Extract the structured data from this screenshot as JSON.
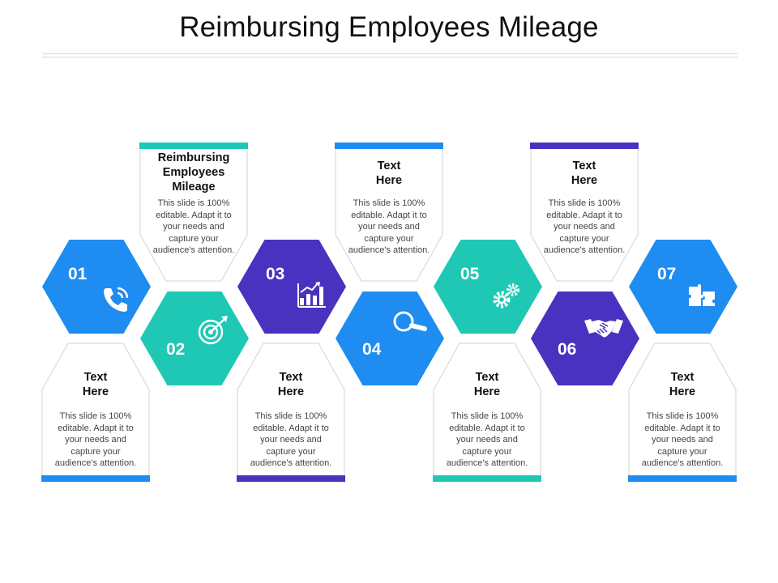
{
  "title": "Reimbursing Employees Mileage",
  "colors": {
    "blue": "#1E8CF0",
    "teal": "#1EC8B4",
    "purple": "#4A32C0",
    "border": "#d3d3d3"
  },
  "steps": [
    {
      "number": "01",
      "icon": "phone-icon",
      "color": "#1E8CF0",
      "title": "Text\nHere",
      "body": "This slide is 100% editable. Adapt it to your needs and capture your audience's attention."
    },
    {
      "number": "02",
      "icon": "target-icon",
      "color": "#1EC8B4",
      "title": "Reimbursing\nEmployees\nMileage",
      "body": "This slide is 100% editable. Adapt it to your needs and capture your audience's attention."
    },
    {
      "number": "03",
      "icon": "bar-chart-icon",
      "color": "#4A32C0",
      "title": "Text\nHere",
      "body": "This slide is 100% editable. Adapt it to your needs and capture your audience's attention."
    },
    {
      "number": "04",
      "icon": "magnifier-icon",
      "color": "#1E8CF0",
      "title": "Text\nHere",
      "body": "This slide is 100% editable. Adapt it to your needs and capture your audience's attention."
    },
    {
      "number": "05",
      "icon": "gears-icon",
      "color": "#1EC8B4",
      "title": "Text\nHere",
      "body": "This slide is 100% editable. Adapt it to your needs and capture your audience's attention."
    },
    {
      "number": "06",
      "icon": "handshake-icon",
      "color": "#4A32C0",
      "title": "Text\nHere",
      "body": "This slide is 100% editable. Adapt it to your needs and capture your audience's attention."
    },
    {
      "number": "07",
      "icon": "puzzle-icon",
      "color": "#1E8CF0",
      "title": "Text\nHere",
      "body": "This slide is 100% editable. Adapt it to your needs and capture your audience's attention."
    }
  ]
}
